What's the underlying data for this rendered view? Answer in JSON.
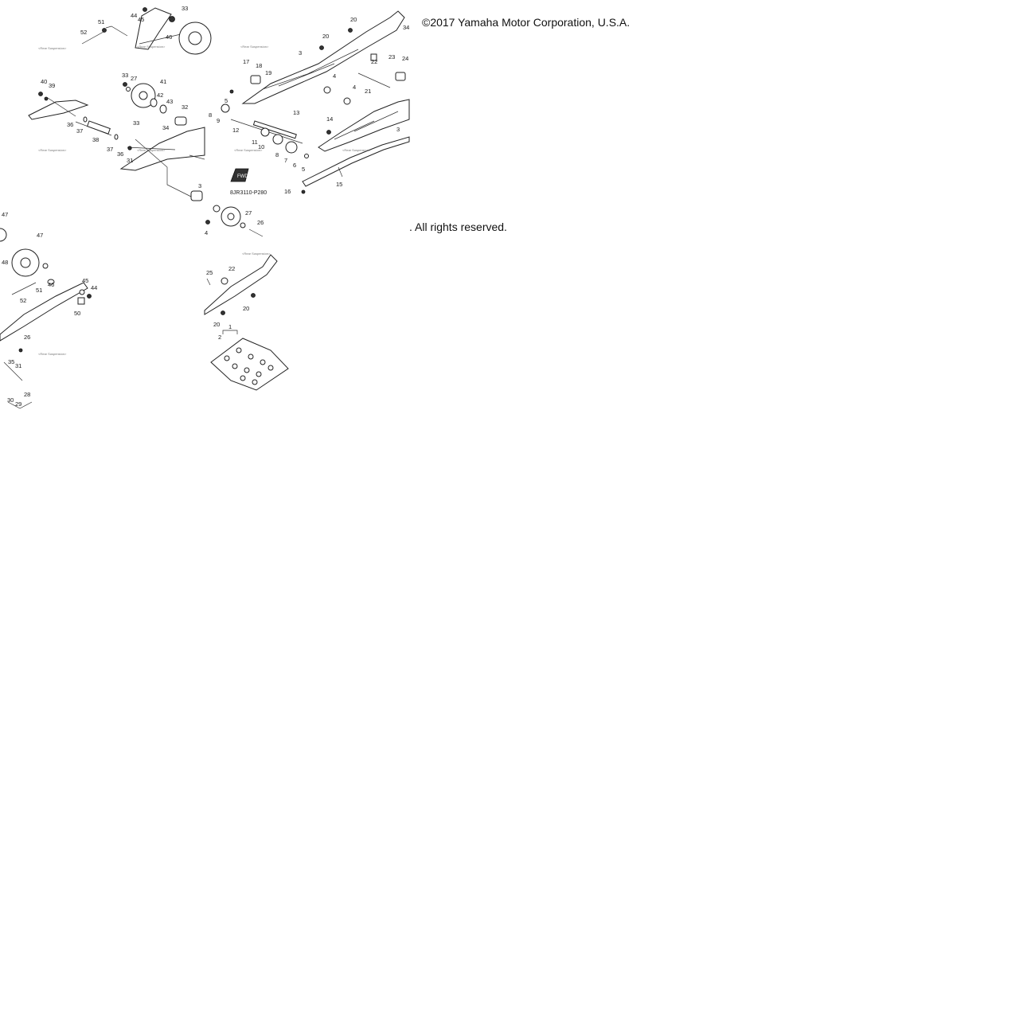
{
  "copyright": {
    "line1": "©2017 Yamaha Motor Corporation, U.S.A.",
    "line2": ". All rights reserved."
  },
  "diagram": {
    "code": "8JR3110-P280",
    "fwd": "FWD",
    "watermark": "<Rear Suspension>",
    "callouts": [
      {
        "id": "c1",
        "text": "51"
      },
      {
        "id": "c2",
        "text": "52"
      },
      {
        "id": "c3",
        "text": "44"
      },
      {
        "id": "c4",
        "text": "45"
      },
      {
        "id": "c5",
        "text": "33"
      },
      {
        "id": "c6",
        "text": "46"
      },
      {
        "id": "c7",
        "text": "40"
      },
      {
        "id": "c8",
        "text": "39"
      },
      {
        "id": "c9",
        "text": "33"
      },
      {
        "id": "c10",
        "text": "27"
      },
      {
        "id": "c11",
        "text": "41"
      },
      {
        "id": "c12",
        "text": "42"
      },
      {
        "id": "c13",
        "text": "43"
      },
      {
        "id": "c14",
        "text": "32"
      },
      {
        "id": "c15",
        "text": "34"
      },
      {
        "id": "c16",
        "text": "36"
      },
      {
        "id": "c17",
        "text": "37"
      },
      {
        "id": "c18",
        "text": "38"
      },
      {
        "id": "c19",
        "text": "37"
      },
      {
        "id": "c20",
        "text": "36"
      },
      {
        "id": "c21",
        "text": "31"
      },
      {
        "id": "c22",
        "text": "33"
      },
      {
        "id": "c23",
        "text": "20"
      },
      {
        "id": "c24",
        "text": "20"
      },
      {
        "id": "c25",
        "text": "3"
      },
      {
        "id": "c26",
        "text": "17"
      },
      {
        "id": "c27",
        "text": "18"
      },
      {
        "id": "c28",
        "text": "19"
      },
      {
        "id": "c29",
        "text": "4"
      },
      {
        "id": "c30",
        "text": "22"
      },
      {
        "id": "c31",
        "text": "23"
      },
      {
        "id": "c32",
        "text": "24"
      },
      {
        "id": "c33",
        "text": "21"
      },
      {
        "id": "c34",
        "text": "4"
      },
      {
        "id": "c35",
        "text": "5"
      },
      {
        "id": "c36",
        "text": "8"
      },
      {
        "id": "c37",
        "text": "9"
      },
      {
        "id": "c38",
        "text": "12"
      },
      {
        "id": "c39",
        "text": "13"
      },
      {
        "id": "c40",
        "text": "14"
      },
      {
        "id": "c41",
        "text": "3"
      },
      {
        "id": "c42",
        "text": "11"
      },
      {
        "id": "c43",
        "text": "10"
      },
      {
        "id": "c44",
        "text": "8"
      },
      {
        "id": "c45",
        "text": "7"
      },
      {
        "id": "c46",
        "text": "6"
      },
      {
        "id": "c47",
        "text": "5"
      },
      {
        "id": "c48",
        "text": "15"
      },
      {
        "id": "c49",
        "text": "16"
      },
      {
        "id": "c50",
        "text": "27"
      },
      {
        "id": "c51",
        "text": "26"
      },
      {
        "id": "c52",
        "text": "4"
      },
      {
        "id": "c53",
        "text": "47"
      },
      {
        "id": "c54",
        "text": "47"
      },
      {
        "id": "c55",
        "text": "48"
      },
      {
        "id": "c56",
        "text": "46"
      },
      {
        "id": "c57",
        "text": "51"
      },
      {
        "id": "c58",
        "text": "52"
      },
      {
        "id": "c59",
        "text": "45"
      },
      {
        "id": "c60",
        "text": "44"
      },
      {
        "id": "c61",
        "text": "50"
      },
      {
        "id": "c62",
        "text": "26"
      },
      {
        "id": "c63",
        "text": "31"
      },
      {
        "id": "c64",
        "text": "35"
      },
      {
        "id": "c65",
        "text": "28"
      },
      {
        "id": "c66",
        "text": "30"
      },
      {
        "id": "c67",
        "text": "29"
      },
      {
        "id": "c68",
        "text": "25"
      },
      {
        "id": "c69",
        "text": "22"
      },
      {
        "id": "c70",
        "text": "20"
      },
      {
        "id": "c71",
        "text": "20"
      },
      {
        "id": "c72",
        "text": "1"
      },
      {
        "id": "c73",
        "text": "2"
      },
      {
        "id": "c74",
        "text": "34"
      },
      {
        "id": "c75",
        "text": "3"
      }
    ]
  }
}
